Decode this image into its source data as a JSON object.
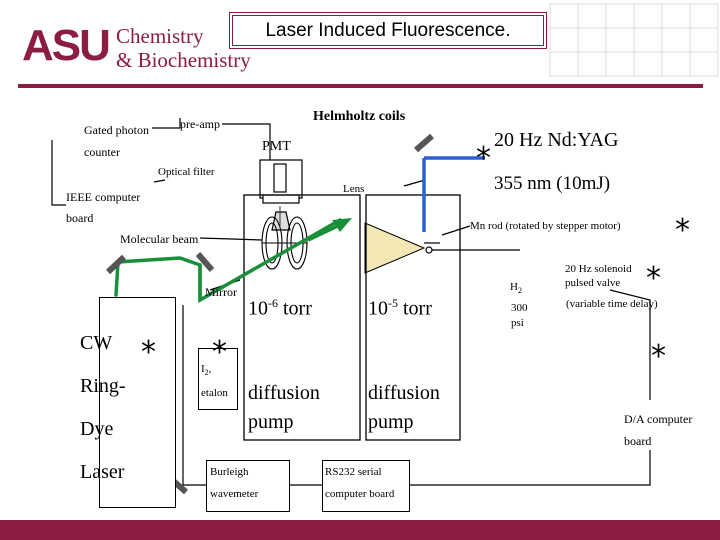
{
  "header": {
    "logo_letters": "ASU",
    "dept_line1": "Chemistry",
    "dept_line2": "& Biochemistry",
    "title": "Laser Induced Fluorescence."
  },
  "labels": {
    "gated_photon_line1": "Gated photon",
    "gated_photon_line2": "counter",
    "preamp": "pre-amp",
    "pmt": "PMT",
    "helmholtz": "Helmholtz coils",
    "optical_filter": "Optical filter",
    "lens": "Lens",
    "ieee_line1": "IEEE computer",
    "ieee_line2": "board",
    "molecular_beam": "Molecular beam",
    "mirror": "Mirror",
    "nd_yag_line1": "20 Hz   Nd:YAG",
    "nd_yag_line2": "355 nm (10mJ)",
    "mn_rod": "Mn rod (rotated by stepper motor)",
    "h2_base": "H",
    "h2_sub": "2",
    "h2_pressure_line1": "300",
    "h2_pressure_line2": "psi",
    "solenoid_line1": "20 Hz solenoid",
    "solenoid_line2": "pulsed valve",
    "time_delay": "(variable time delay)",
    "pressure1_base": "10",
    "pressure1_exp": "-6",
    "pressure1_unit": " torr",
    "pressure2_base": "10",
    "pressure2_exp": "-5",
    "pressure2_unit": " torr",
    "diff_pump_1_line1": "diffusion",
    "diff_pump_1_line2": "pump",
    "diff_pump_2_line1": "diffusion",
    "diff_pump_2_line2": "pump",
    "cw_line1": "CW",
    "cw_line2": "Ring-",
    "cw_line3": "Dye",
    "cw_line4": "Laser",
    "i2_base": "I",
    "i2_sub": "2",
    "i2_suffix": ",",
    "etalon": "etalon",
    "burleigh_line1": "Burleigh",
    "burleigh_line2": "wavemeter",
    "rs232_line1": "RS232 serial",
    "rs232_line2": "computer board",
    "da_line1": "D/A computer",
    "da_line2": "board",
    "asterisk": "*"
  },
  "colors": {
    "brand": "#8c1d40",
    "green_beam": "#1a8f3a",
    "blue_beam": "#2b5fd6",
    "nozzle_fill": "#f3e7b5"
  }
}
